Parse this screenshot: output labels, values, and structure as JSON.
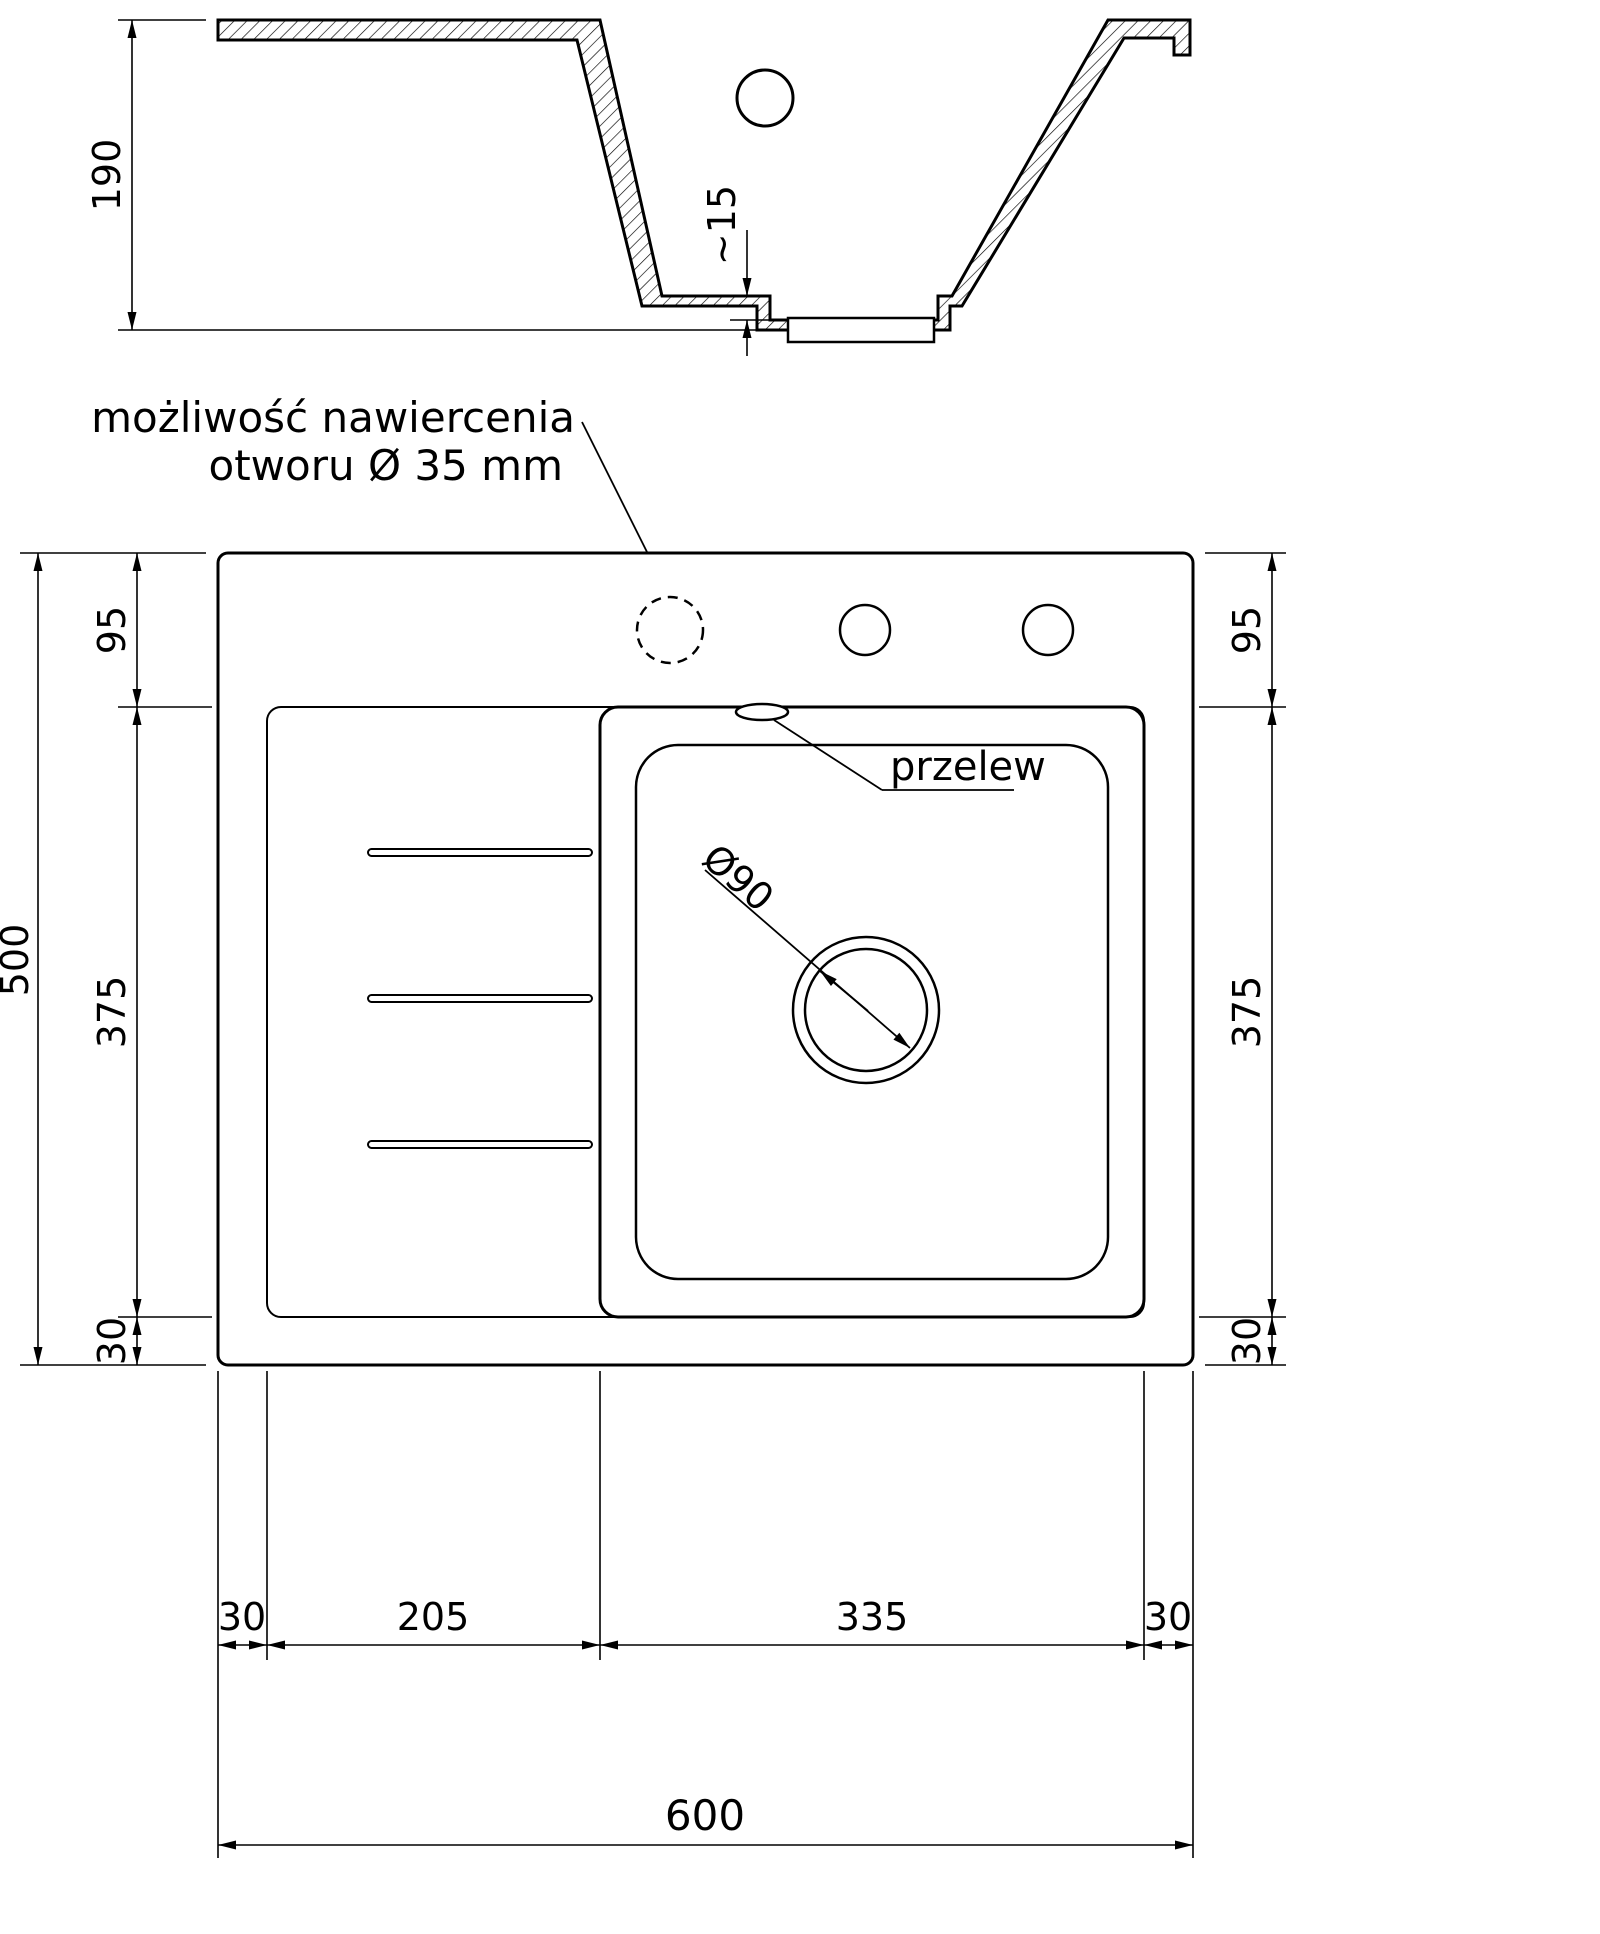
{
  "colors": {
    "line": "#000000",
    "background": "#ffffff"
  },
  "section_view": {
    "dim_height": "190",
    "dim_drain_recess": "~15"
  },
  "note": {
    "line1": "możliwość nawiercenia",
    "line2": "otworu Ø 35 mm"
  },
  "top_view": {
    "overflow_label": "przelew",
    "drain_diameter": "Ø90"
  },
  "dims": {
    "total_height": "500",
    "total_width": "600",
    "top_margin_left": "95",
    "top_margin_right": "95",
    "bowl_height_left": "375",
    "bowl_height_right": "375",
    "bottom_margin_left": "30",
    "bottom_margin_right": "30",
    "left_margin": "30",
    "drainboard_width": "205",
    "bowl_width": "335",
    "right_margin": "30"
  }
}
